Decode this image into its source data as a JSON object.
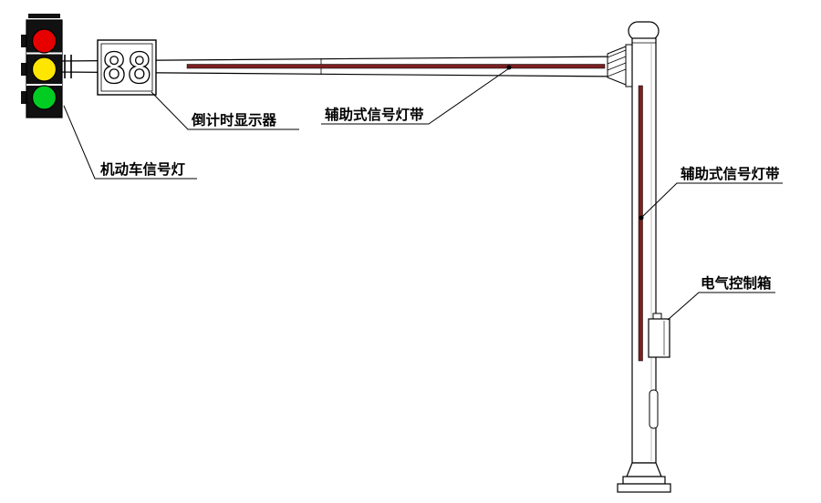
{
  "labels": {
    "vehicle_signal": "机动车信号灯",
    "countdown_display": "倒计时显示器",
    "aux_strip_arm": "辅助式信号灯带",
    "aux_strip_pole": "辅助式信号灯带",
    "control_box": "电气控制箱"
  },
  "display": {
    "value": "88"
  },
  "colors": {
    "red_lamp": "#e60000",
    "yellow_lamp": "#ffe600",
    "green_lamp": "#00cc22",
    "signal_strip": "#7a2020",
    "housing": "#111111",
    "line": "#000000",
    "background": "#ffffff"
  }
}
